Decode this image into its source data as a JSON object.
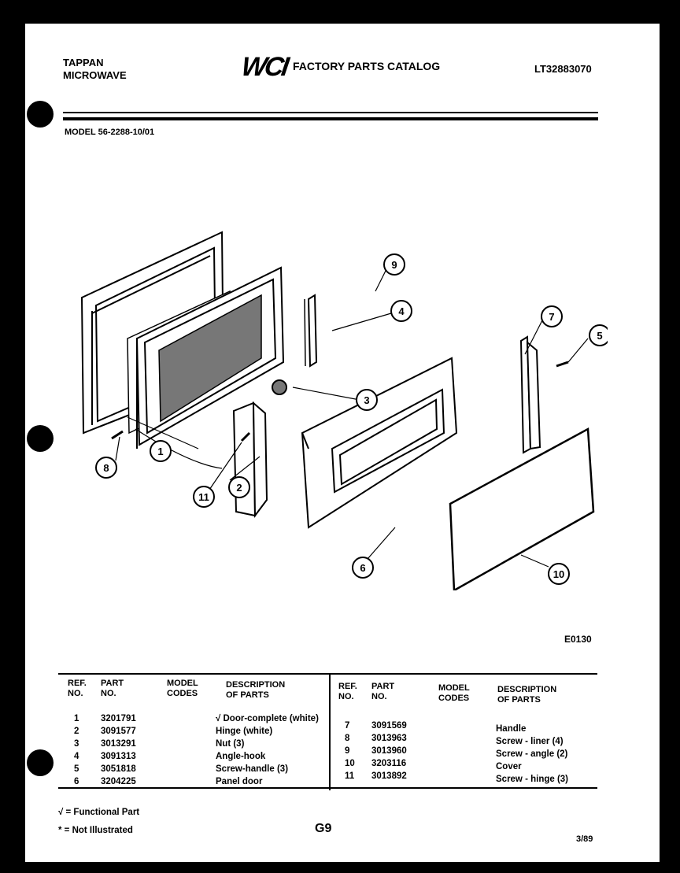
{
  "header": {
    "brand_line1": "TAPPAN",
    "brand_line2": "MICROWAVE",
    "logo": "WCI",
    "catalog_title": "FACTORY PARTS CATALOG",
    "doc_id": "LT32883070",
    "model_label": "MODEL",
    "model_value": "56-2288-10/01"
  },
  "diagram": {
    "code": "E0130",
    "callouts": {
      "1": "1",
      "2": "2",
      "3": "3",
      "4": "4",
      "5": "5",
      "6": "6",
      "7": "7",
      "8": "8",
      "9": "9",
      "10": "10",
      "11": "11"
    }
  },
  "table": {
    "headers": {
      "ref_1": "REF.",
      "ref_2": "NO.",
      "part_1": "PART",
      "part_2": "NO.",
      "model_1": "MODEL",
      "model_2": "CODES",
      "desc_1": "DESCRIPTION",
      "desc_2": "OF PARTS"
    },
    "left": [
      {
        "ref": "1",
        "part": "3201791",
        "desc": "√ Door-complete (white)"
      },
      {
        "ref": "2",
        "part": "3091577",
        "desc": "  Hinge (white)"
      },
      {
        "ref": "3",
        "part": "3013291",
        "desc": "  Nut (3)"
      },
      {
        "ref": "4",
        "part": "3091313",
        "desc": "  Angle-hook"
      },
      {
        "ref": "5",
        "part": "3051818",
        "desc": "  Screw-handle (3)"
      },
      {
        "ref": "6",
        "part": "3204225",
        "desc": "  Panel door"
      }
    ],
    "right": [
      {
        "ref": "7",
        "part": "3091569",
        "desc": "Handle"
      },
      {
        "ref": "8",
        "part": "3013963",
        "desc": "Screw - liner (4)"
      },
      {
        "ref": "9",
        "part": "3013960",
        "desc": "Screw - angle (2)"
      },
      {
        "ref": "10",
        "part": "3203116",
        "desc": "Cover"
      },
      {
        "ref": "11",
        "part": "3013892",
        "desc": "Screw - hinge (3)"
      }
    ]
  },
  "footer": {
    "legend_functional": "√ = Functional Part",
    "legend_not_illustrated": "* = Not Illustrated",
    "page": "G9",
    "date": "3/89"
  }
}
